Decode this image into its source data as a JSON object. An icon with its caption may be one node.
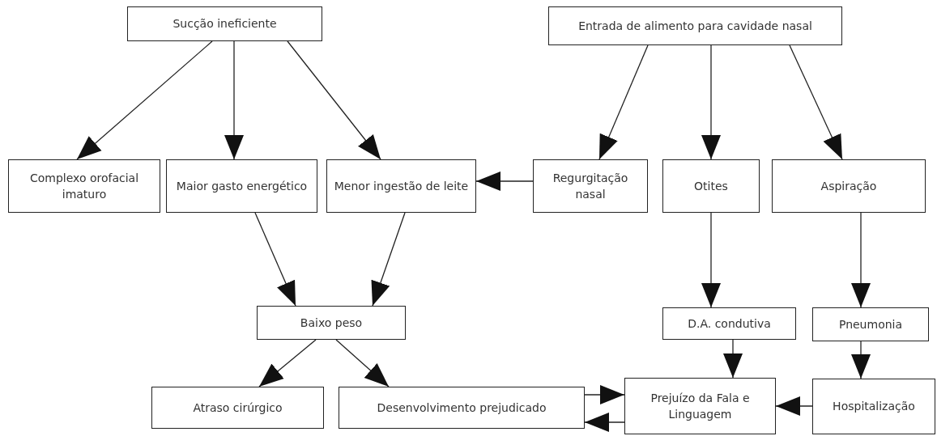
{
  "diagram": {
    "nodes": [
      {
        "text": [
          "Sucção ineficiente"
        ]
      },
      {
        "text": [
          "Entrada de alimento para cavidade nasal"
        ]
      },
      {
        "text": [
          "Complexo orofacial imaturo"
        ]
      },
      {
        "text": [
          "Maior gasto energético"
        ]
      },
      {
        "text": [
          "Menor ingestão de leite"
        ]
      },
      {
        "text": [
          "Regurgitação nasal"
        ]
      },
      {
        "text": [
          "Otites"
        ]
      },
      {
        "text": [
          "Aspiração"
        ]
      },
      {
        "text": [
          "Baixo peso"
        ]
      },
      {
        "text": [
          "D.A. condutiva"
        ]
      },
      {
        "text": [
          "Pneumonia"
        ]
      },
      {
        "text": [
          "Atraso cirúrgico"
        ]
      },
      {
        "text": [
          "Desenvolvimento prejudicado"
        ]
      },
      {
        "text": [
          "Prejuízo da Fala e Linguagem"
        ]
      },
      {
        "text": [
          "Hospitalização"
        ]
      }
    ],
    "edges": [
      {
        "from": 0,
        "to": 2,
        "arrow": "to"
      },
      {
        "from": 0,
        "to": 3,
        "arrow": "to"
      },
      {
        "from": 0,
        "to": 4,
        "arrow": "to"
      },
      {
        "from": 1,
        "to": 5,
        "arrow": "to"
      },
      {
        "from": 1,
        "to": 6,
        "arrow": "to"
      },
      {
        "from": 1,
        "to": 7,
        "arrow": "to"
      },
      {
        "from": 5,
        "to": 4,
        "arrow": "to"
      },
      {
        "from": 3,
        "to": 8,
        "arrow": "to"
      },
      {
        "from": 4,
        "to": 8,
        "arrow": "to"
      },
      {
        "from": 8,
        "to": 11,
        "arrow": "to"
      },
      {
        "from": 8,
        "to": 12,
        "arrow": "to"
      },
      {
        "from": 6,
        "to": 9,
        "arrow": "to"
      },
      {
        "from": 7,
        "to": 10,
        "arrow": "to"
      },
      {
        "from": 9,
        "to": 13,
        "arrow": "to"
      },
      {
        "from": 10,
        "to": 14,
        "arrow": "to"
      },
      {
        "from": 14,
        "to": 13,
        "arrow": "to"
      },
      {
        "from": 12,
        "to": 13,
        "arrow": "to"
      },
      {
        "from": 13,
        "to": 12,
        "arrow": "to"
      }
    ]
  }
}
